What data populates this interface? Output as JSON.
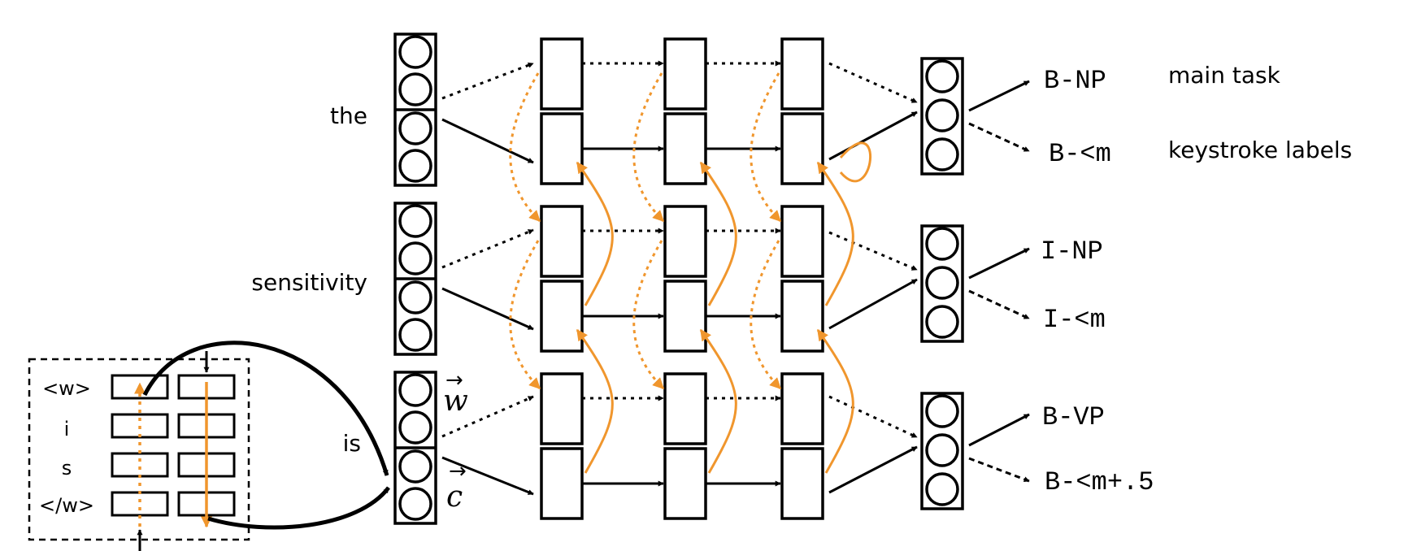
{
  "colors": {
    "ink": "#000000",
    "accent": "#F0962D"
  },
  "words": [
    {
      "text": "the"
    },
    {
      "text": "sensitivity"
    },
    {
      "text": "is"
    }
  ],
  "char_inset": {
    "chars": [
      "<w>",
      "i",
      "s",
      "</w>"
    ]
  },
  "vector_labels": {
    "w": "w",
    "c": "c",
    "arrow": "→"
  },
  "outputs": [
    {
      "main_tag": "B-NP",
      "keystroke_tag": "B-<m"
    },
    {
      "main_tag": "I-NP",
      "keystroke_tag": "I-<m"
    },
    {
      "main_tag": "B-VP",
      "keystroke_tag": "B-<m+.5"
    }
  ],
  "legend": {
    "main": "main task",
    "keystroke": "keystroke labels"
  }
}
